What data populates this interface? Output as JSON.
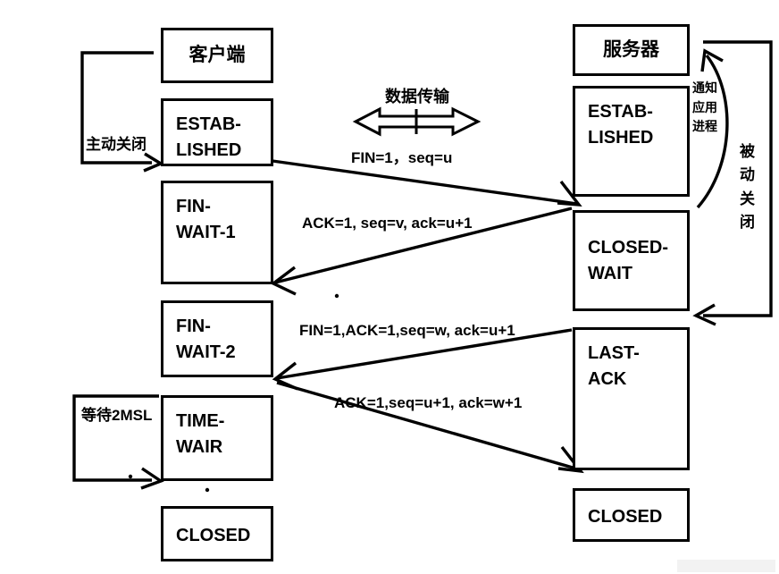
{
  "diagram": {
    "title": "TCP four-way handshake connection termination",
    "stroke_color": "#000000",
    "background_color": "#ffffff",
    "client": {
      "header": "客户端",
      "states": [
        {
          "id": "client-established",
          "lines": [
            "ESTAB-",
            "LISHED"
          ]
        },
        {
          "id": "client-fin-wait-1",
          "lines": [
            "FIN-",
            "WAIT-1"
          ]
        },
        {
          "id": "client-fin-wait-2",
          "lines": [
            "FIN-",
            "WAIT-2"
          ]
        },
        {
          "id": "client-time-wait",
          "lines": [
            "TIME-",
            "WAIR"
          ]
        },
        {
          "id": "client-closed",
          "lines": [
            "CLOSED"
          ]
        }
      ],
      "active_close_label": "主动关闭",
      "wait_2msl_label": "等待2MSL"
    },
    "server": {
      "header": "服务器",
      "states": [
        {
          "id": "server-established",
          "lines": [
            "ESTAB-",
            "LISHED"
          ]
        },
        {
          "id": "server-closed-wait",
          "lines": [
            "CLOSED-",
            "WAIT"
          ]
        },
        {
          "id": "server-last-ack",
          "lines": [
            "LAST-",
            "ACK"
          ]
        },
        {
          "id": "server-closed",
          "lines": [
            "CLOSED"
          ]
        }
      ],
      "notify_app_label": [
        "通知",
        "应用",
        "进程"
      ],
      "passive_close_label": [
        "被",
        "动",
        "关",
        "闭"
      ]
    },
    "data_transfer": {
      "label": "数据传输"
    },
    "messages": [
      {
        "id": "msg-fin-1",
        "text": "FIN=1，seq=u",
        "direction": "client-to-server"
      },
      {
        "id": "msg-ack-1",
        "text": "ACK=1, seq=v, ack=u+1",
        "direction": "server-to-client"
      },
      {
        "id": "msg-fin-ack",
        "text": "FIN=1,ACK=1,seq=w, ack=u+1",
        "direction": "server-to-client"
      },
      {
        "id": "msg-ack-2",
        "text": "ACK=1,seq=u+1, ack=w+1",
        "direction": "client-to-server"
      }
    ]
  }
}
